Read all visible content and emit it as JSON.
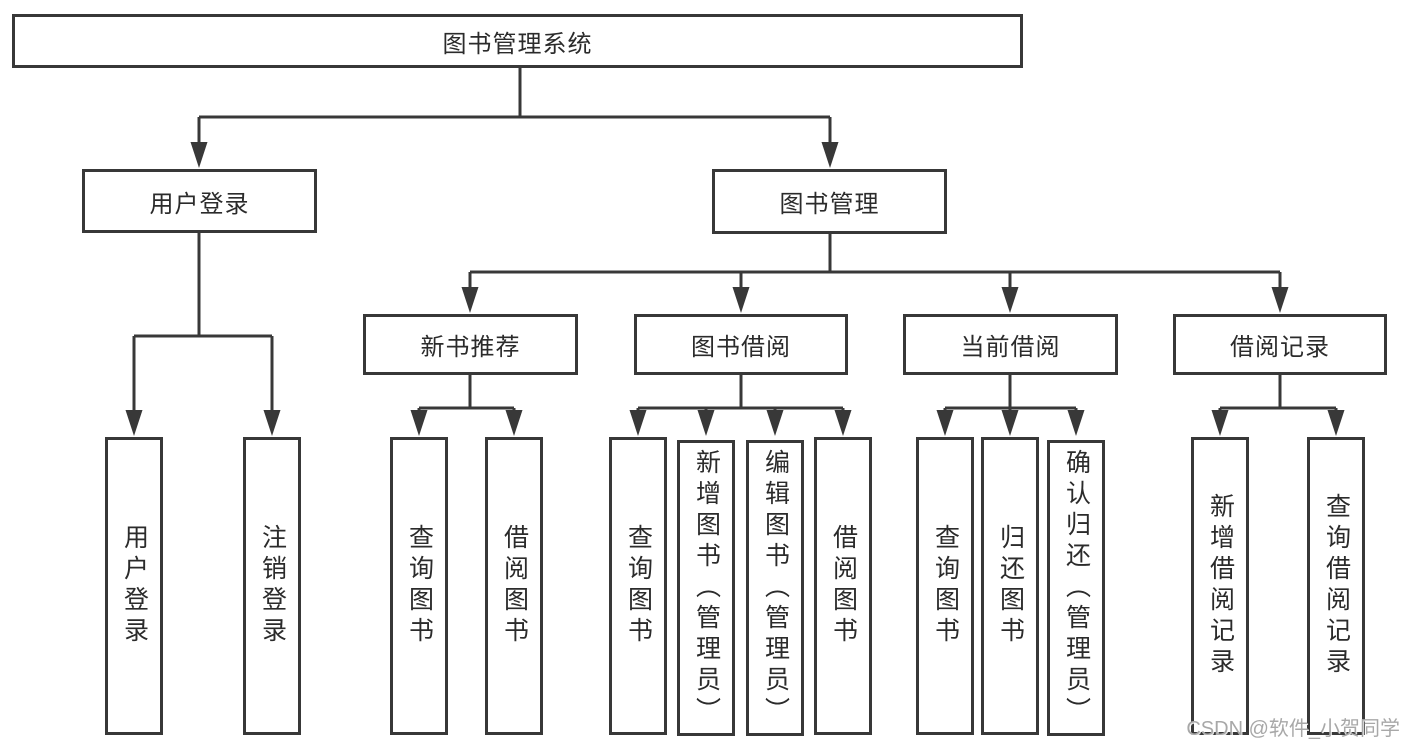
{
  "tree": {
    "root": {
      "label": "图书管理系统",
      "children": [
        {
          "label": "用户登录",
          "children": [
            {
              "label": "用户登录"
            },
            {
              "label": "注销登录"
            }
          ]
        },
        {
          "label": "图书管理",
          "children": [
            {
              "label": "新书推荐",
              "children": [
                {
                  "label": "查询图书"
                },
                {
                  "label": "借阅图书"
                }
              ]
            },
            {
              "label": "图书借阅",
              "children": [
                {
                  "label": "查询图书"
                },
                {
                  "label": "新增图书（管理员）"
                },
                {
                  "label": "编辑图书（管理员）"
                },
                {
                  "label": "借阅图书"
                }
              ]
            },
            {
              "label": "当前借阅",
              "children": [
                {
                  "label": "查询图书"
                },
                {
                  "label": "归还图书"
                },
                {
                  "label": "确认归还（管理员）"
                }
              ]
            },
            {
              "label": "借阅记录",
              "children": [
                {
                  "label": "新增借阅记录"
                },
                {
                  "label": "查询借阅记录"
                }
              ]
            }
          ]
        }
      ]
    }
  },
  "watermark": "CSDN @软件_小贺同学",
  "colors": {
    "line": "#383838",
    "box_border": "#383838",
    "text": "#2b2b2b",
    "background": "#ffffff",
    "watermark": "#a8a8a8"
  }
}
